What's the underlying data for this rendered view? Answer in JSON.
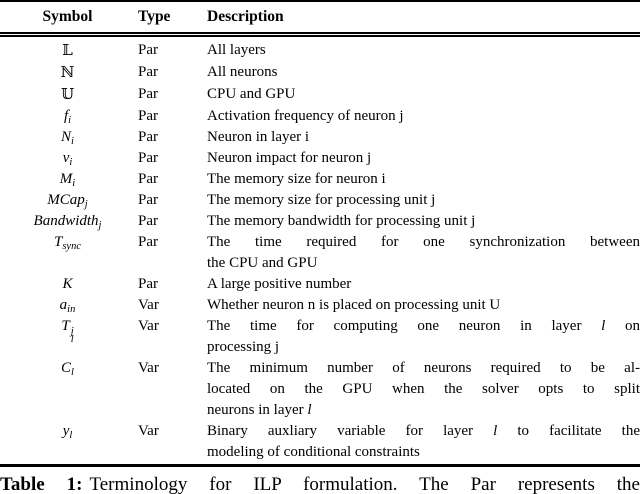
{
  "table": {
    "header": {
      "symbol": "Symbol",
      "type": "Type",
      "description": "Description"
    },
    "rows": [
      {
        "sym": {
          "b": "𝕃",
          "bi": 0,
          "bb": 1
        },
        "type": "Par",
        "desc": [
          [
            [
              "All layers",
              0
            ]
          ]
        ]
      },
      {
        "sym": {
          "b": "ℕ",
          "bi": 0,
          "bb": 1
        },
        "type": "Par",
        "desc": [
          [
            [
              "All neurons",
              0
            ]
          ]
        ]
      },
      {
        "sym": {
          "b": "𝕌",
          "bi": 0,
          "bb": 1
        },
        "type": "Par",
        "desc": [
          [
            [
              "CPU and GPU",
              0
            ]
          ]
        ]
      },
      {
        "sym": {
          "b": "f",
          "bi": 1,
          "sub": "i",
          "subi": 1
        },
        "type": "Par",
        "desc": [
          [
            [
              "Activation frequency of neuron j",
              0
            ]
          ]
        ]
      },
      {
        "sym": {
          "b": "N",
          "bi": 1,
          "sub": "i",
          "subi": 1
        },
        "type": "Par",
        "desc": [
          [
            [
              "Neuron in layer i",
              0
            ]
          ]
        ]
      },
      {
        "sym": {
          "b": "v",
          "bi": 1,
          "sub": "i",
          "subi": 1
        },
        "type": "Par",
        "desc": [
          [
            [
              "Neuron impact for neuron j",
              0
            ]
          ]
        ]
      },
      {
        "sym": {
          "b": "M",
          "bi": 1,
          "sub": "i",
          "subi": 1
        },
        "type": "Par",
        "desc": [
          [
            [
              "The memory size for neuron i",
              0
            ]
          ]
        ]
      },
      {
        "sym": {
          "b": "MCap",
          "bi": 1,
          "sub": "j",
          "subi": 1
        },
        "type": "Par",
        "desc": [
          [
            [
              "The memory size for processing unit j",
              0
            ]
          ]
        ]
      },
      {
        "sym": {
          "b": "Bandwidth",
          "bi": 1,
          "sub": "j",
          "subi": 1
        },
        "type": "Par",
        "desc": [
          [
            [
              "The memory bandwidth for processing unit j",
              0
            ]
          ]
        ]
      },
      {
        "sym": {
          "b": "T",
          "bi": 1,
          "sub": "sync",
          "subi": 1
        },
        "type": "Par",
        "desc": [
          [
            [
              "The time required for one synchronization between",
              0
            ]
          ],
          [
            [
              "the CPU and GPU",
              0
            ]
          ]
        ]
      },
      {
        "sym": {
          "b": "K",
          "bi": 1
        },
        "type": "Par",
        "desc": [
          [
            [
              "A large positive number",
              0
            ]
          ]
        ]
      },
      {
        "sym": {
          "b": "a",
          "bi": 1,
          "sub": "in",
          "subi": 1
        },
        "type": "Var",
        "desc": [
          [
            [
              "Whether neuron n is placed on processing unit U",
              0
            ]
          ]
        ]
      },
      {
        "sym": {
          "b": "T",
          "bi": 1,
          "sub": "l",
          "subi": 1,
          "sup": "j",
          "supi": 1
        },
        "type": "Var",
        "desc": [
          [
            [
              "The time for computing one neuron in layer ",
              0
            ],
            [
              "l",
              1
            ],
            [
              " on",
              0
            ]
          ],
          [
            [
              "processing j",
              0
            ]
          ]
        ]
      },
      {
        "sym": {
          "b": "C",
          "bi": 1,
          "sub": "l",
          "subi": 1
        },
        "type": "Var",
        "desc": [
          [
            [
              "The minimum number of neurons required to be al-",
              0
            ]
          ],
          [
            [
              "located on the GPU when the solver opts to split",
              0
            ]
          ],
          [
            [
              "neurons in layer ",
              0
            ],
            [
              "l",
              1
            ]
          ]
        ]
      },
      {
        "sym": {
          "b": "y",
          "bi": 1,
          "sub": "l",
          "subi": 1
        },
        "type": "Var",
        "desc": [
          [
            [
              "Binary auxliary variable for layer ",
              0
            ],
            [
              "l",
              1
            ],
            [
              " to facilitate the",
              0
            ]
          ],
          [
            [
              "modeling of conditional constraints",
              0
            ]
          ]
        ]
      }
    ]
  },
  "caption": {
    "label": "Table 1:",
    "text": "Terminology for ILP formulation. The Par represents the"
  },
  "colors": {
    "text": "#000000",
    "background": "#ffffff",
    "rule": "#000000"
  }
}
